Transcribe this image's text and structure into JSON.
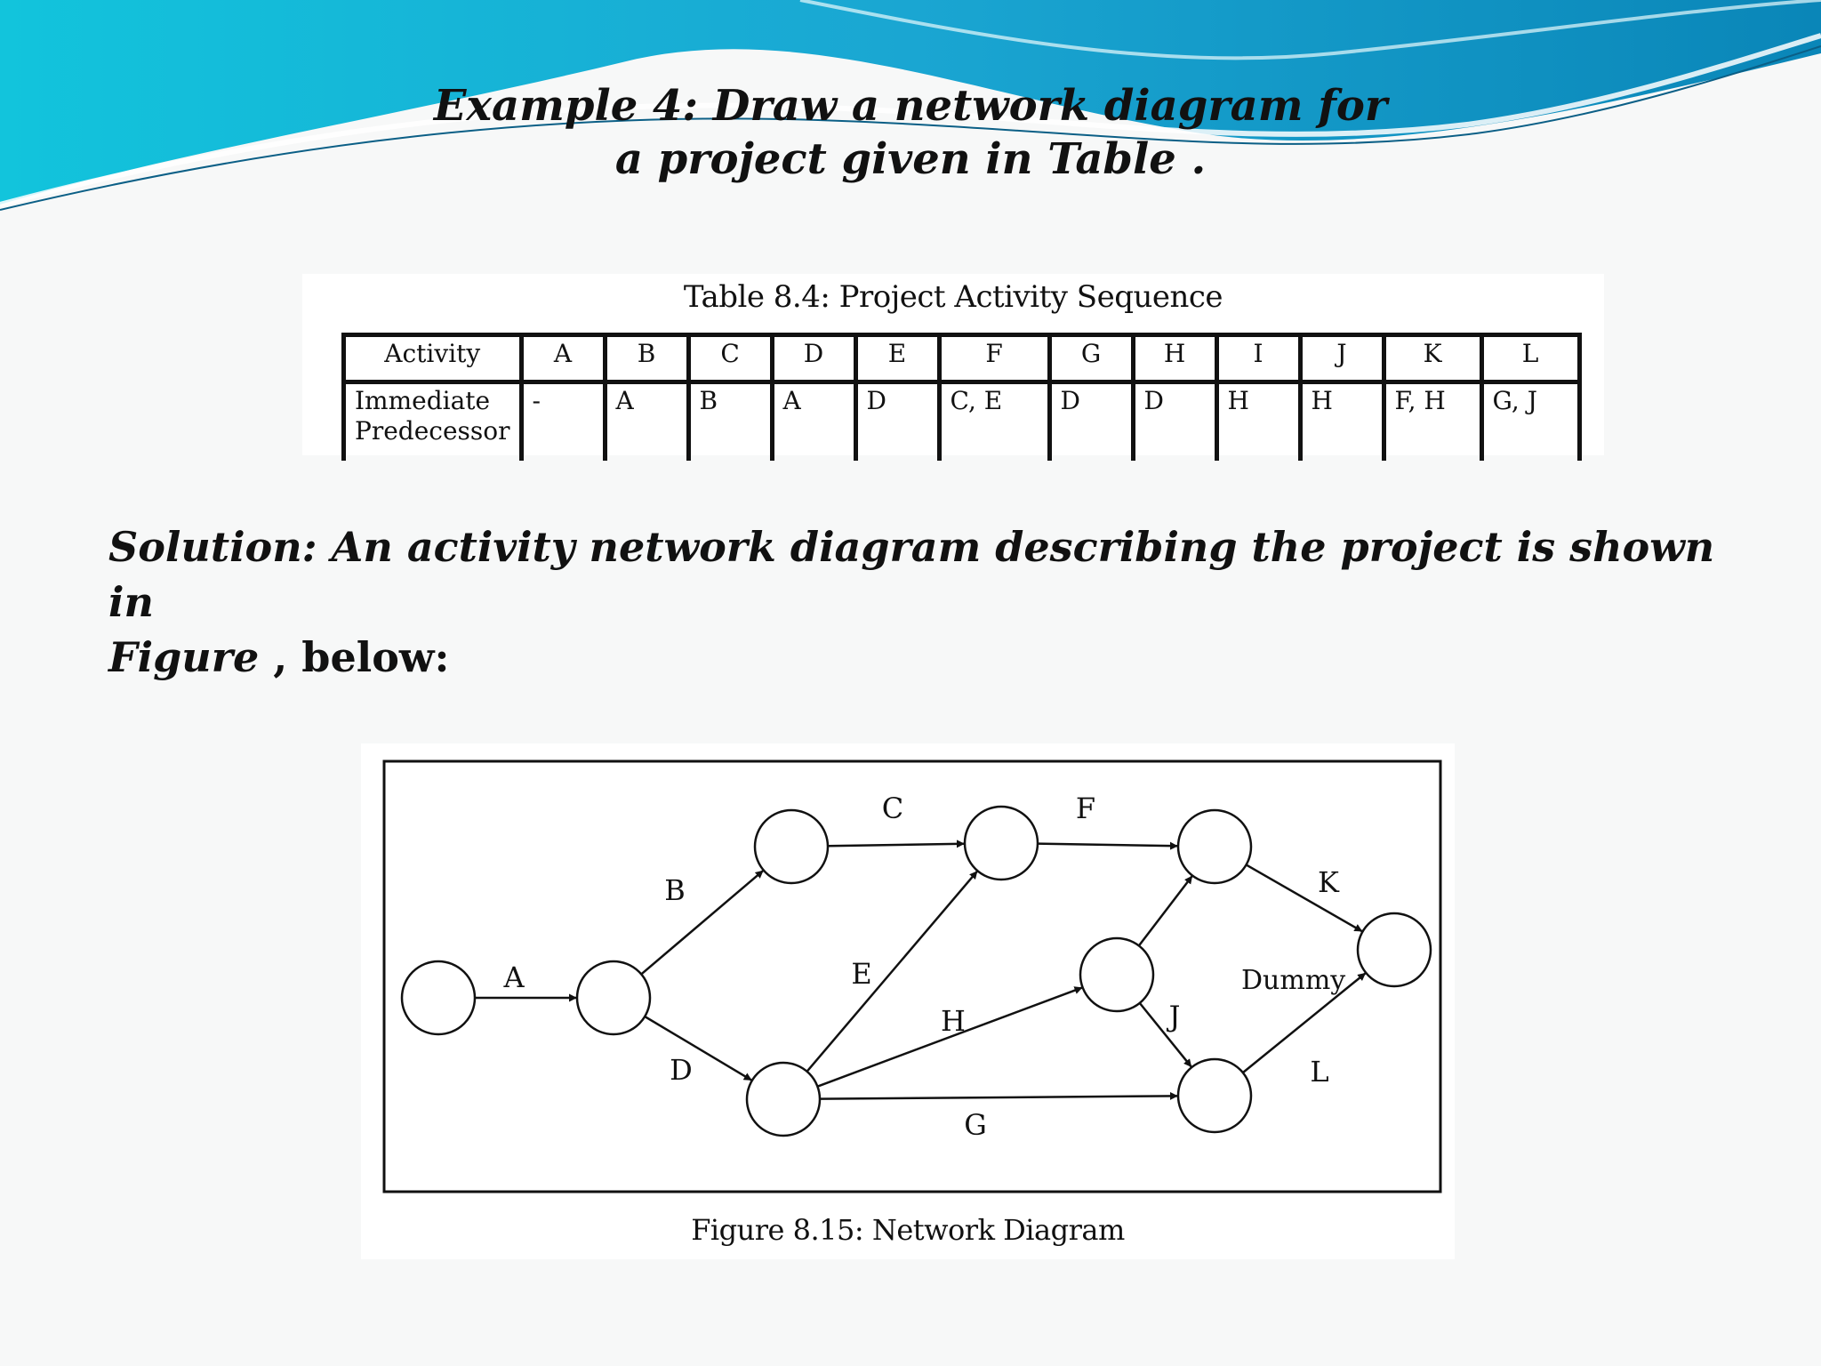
{
  "slide": {
    "title_line1": "Example 4: Draw a network diagram for",
    "title_line2": "a project given in Table ."
  },
  "table": {
    "caption": "Table 8.4: Project Activity Sequence",
    "row_labels": [
      "Activity",
      "Immediate Predecessor"
    ],
    "activities": [
      "A",
      "B",
      "C",
      "D",
      "E",
      "F",
      "G",
      "H",
      "I",
      "J",
      "K",
      "L"
    ],
    "predecessors": [
      "-",
      "A",
      "B",
      "A",
      "D",
      "C, E",
      "D",
      "D",
      "H",
      "H",
      "F, H",
      "G, J"
    ]
  },
  "solution": {
    "lead": "Solution:",
    "text": " An activity network diagram describing the project is shown in",
    "figure_word": "Figure",
    "tail": " , below:"
  },
  "figure": {
    "caption": "Figure 8.15: Network Diagram",
    "edges": [
      {
        "label": "A",
        "from": "n1",
        "to": "n2"
      },
      {
        "label": "B",
        "from": "n2",
        "to": "n3"
      },
      {
        "label": "D",
        "from": "n2",
        "to": "n4"
      },
      {
        "label": "C",
        "from": "n3",
        "to": "n5"
      },
      {
        "label": "E",
        "from": "n4",
        "to": "n5"
      },
      {
        "label": "H",
        "from": "n4",
        "to": "n6"
      },
      {
        "label": "G",
        "from": "n4",
        "to": "n8"
      },
      {
        "label": "F",
        "from": "n5",
        "to": "n7"
      },
      {
        "label": "",
        "from": "n6",
        "to": "n7"
      },
      {
        "label": "J",
        "from": "n6",
        "to": "n8"
      },
      {
        "label": "K",
        "from": "n7",
        "to": "n9"
      },
      {
        "label": "L",
        "from": "n8",
        "to": "n9"
      }
    ],
    "dummy_label": "Dummy"
  },
  "colors": {
    "wave_cyan": "#1ab8d8",
    "wave_deep": "#0a86b8",
    "text": "#111111"
  }
}
